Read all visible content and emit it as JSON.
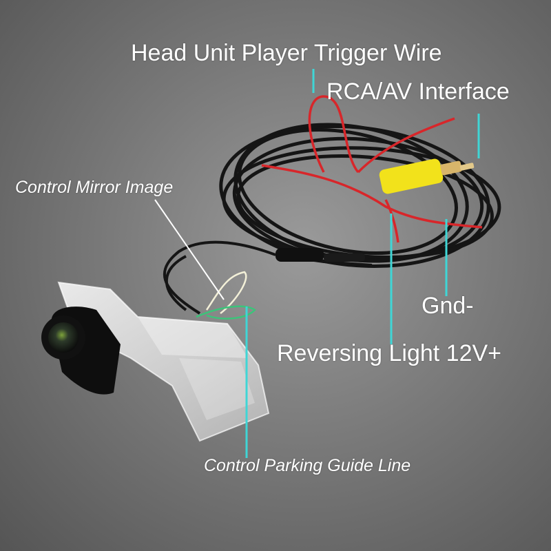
{
  "labels": {
    "head_unit_trigger": "Head Unit Player Trigger Wire",
    "rca_av": "RCA/AV Interface",
    "mirror_image": "Control Mirror Image",
    "gnd": "Gnd-",
    "reversing_light": "Reversing Light 12V+",
    "parking_guide": "Control Parking Guide Line"
  },
  "colors": {
    "leader": "#3fd6d6",
    "rca_plug": "#f2e21b",
    "red_wire": "#d8262a",
    "cable": "#151515"
  },
  "icons": [
    "backup-camera",
    "rca-connector"
  ]
}
